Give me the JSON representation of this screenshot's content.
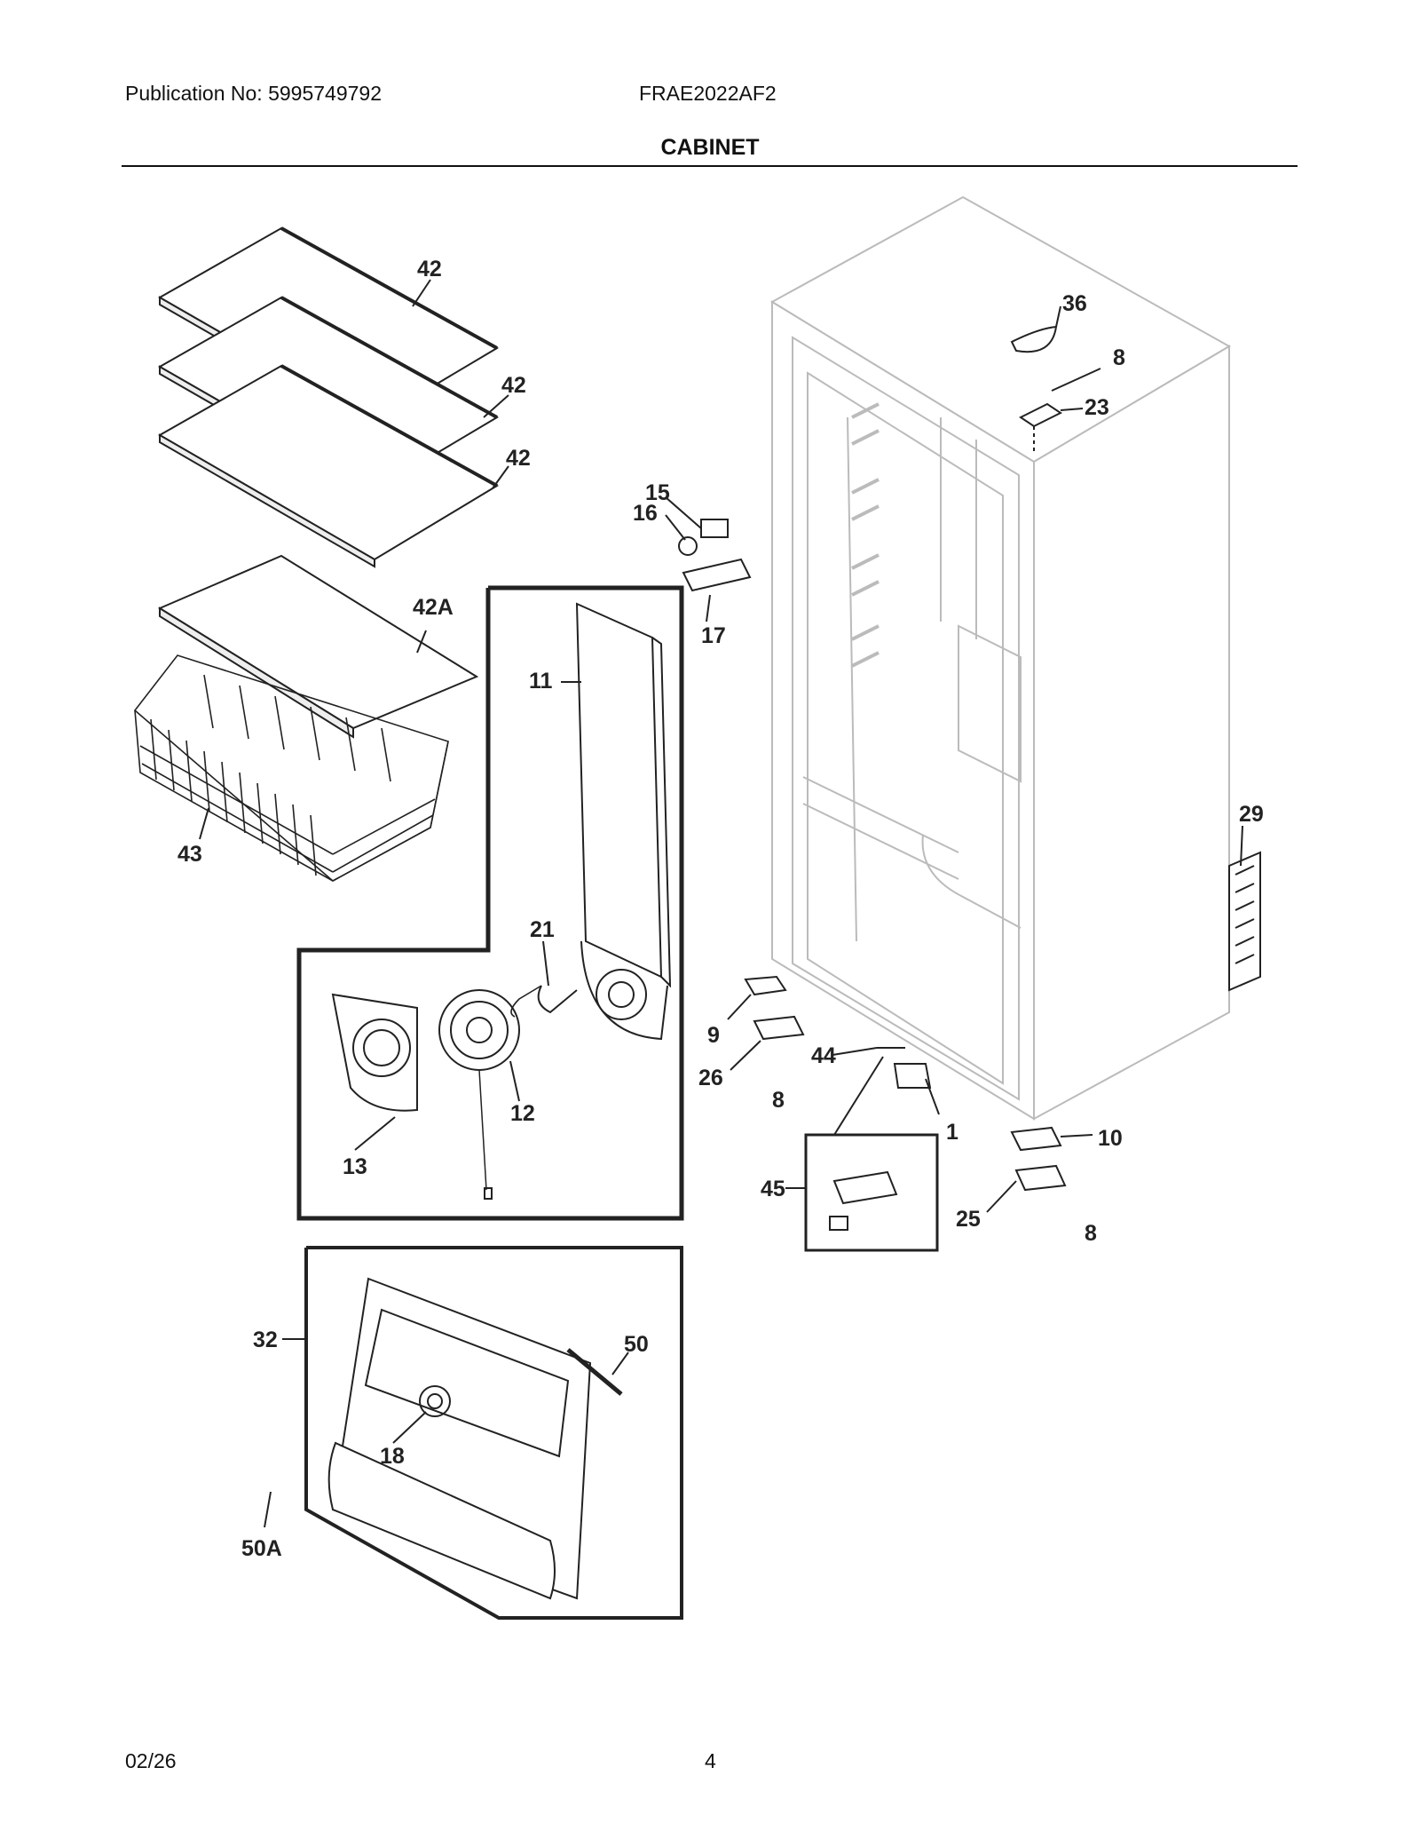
{
  "header": {
    "publication": "Publication No: 5995749792",
    "model": "FRAE2022AF2",
    "section_title": "CABINET"
  },
  "footer": {
    "date": "02/26",
    "page_number": "4"
  },
  "diagram": {
    "callouts": [
      "42",
      "42",
      "42",
      "42A",
      "43",
      "11",
      "21",
      "13",
      "12",
      "15",
      "16",
      "17",
      "36",
      "8",
      "23",
      "29",
      "9",
      "26",
      "8",
      "44",
      "1",
      "10",
      "25",
      "8",
      "45",
      "32",
      "50",
      "18",
      "50A"
    ]
  }
}
